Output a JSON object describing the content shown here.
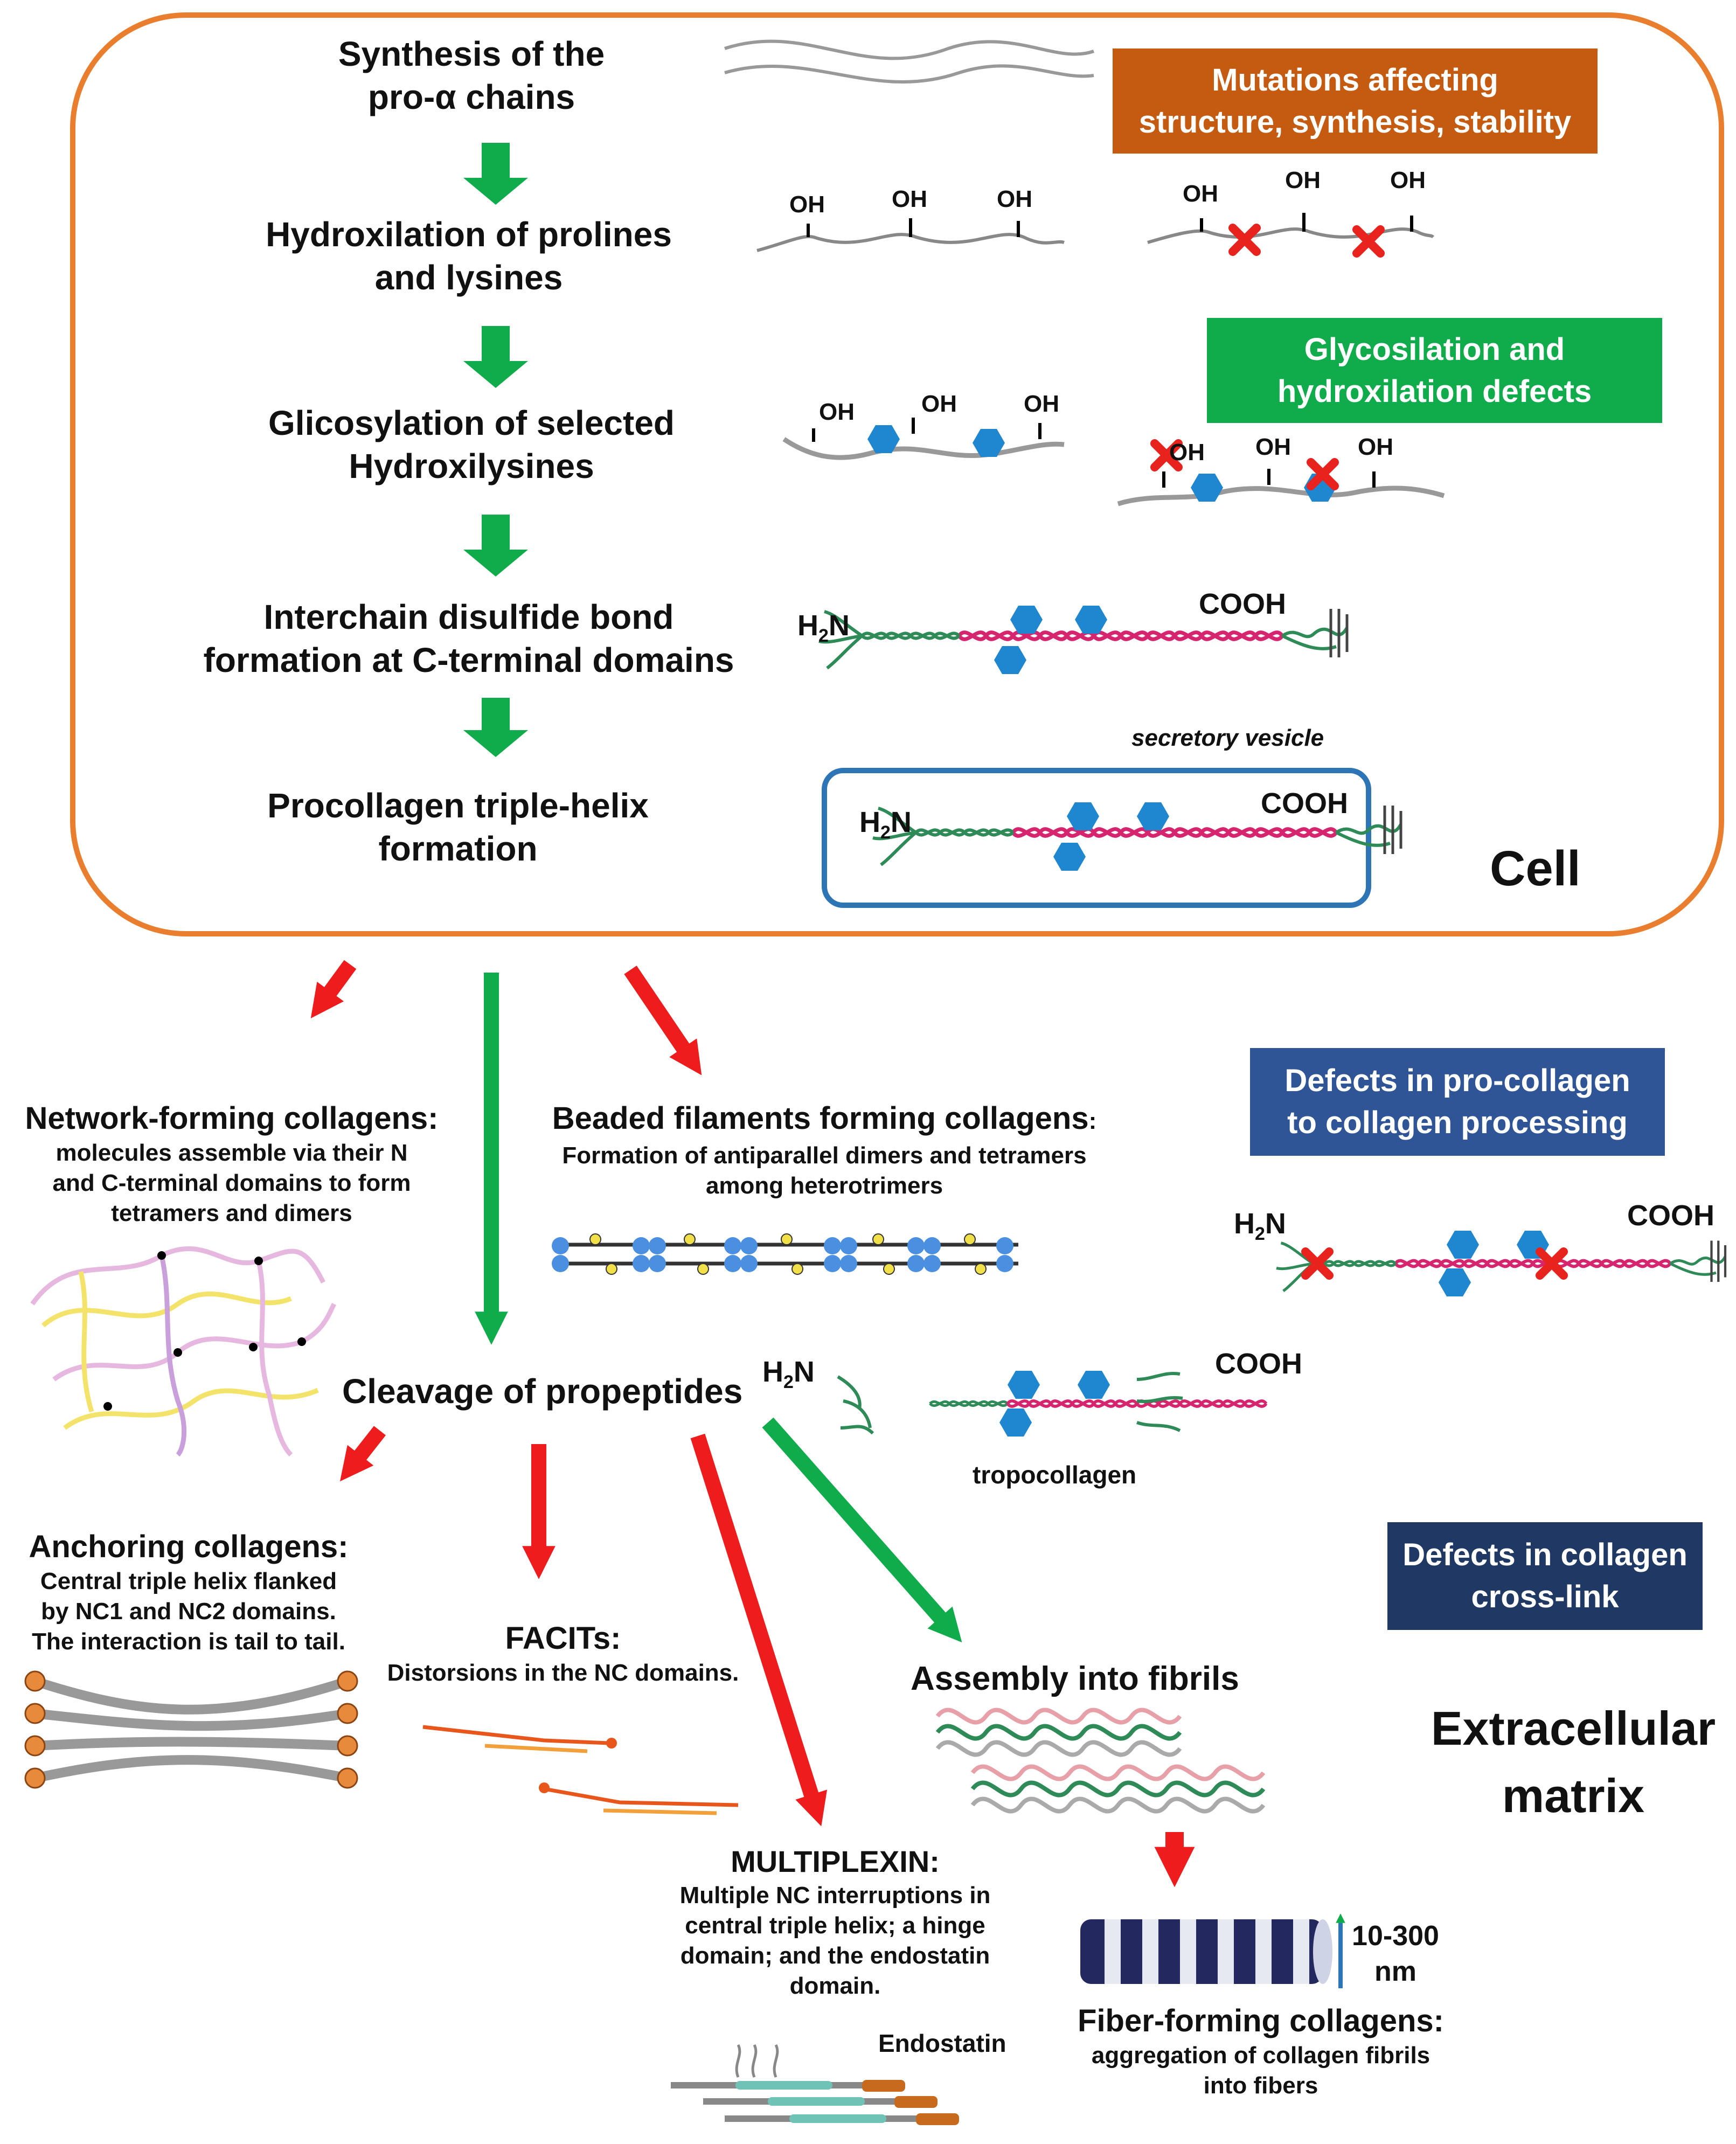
{
  "steps": {
    "s1": [
      "Synthesis of the",
      "pro-α chains"
    ],
    "s2": [
      "Hydroxilation of prolines",
      "and lysines"
    ],
    "s3": [
      "Glicosylation of selected",
      "Hydroxilysines"
    ],
    "s4": [
      "Interchain disulfide bond",
      "formation at C-terminal domains"
    ],
    "s5": [
      "Procollagen triple-helix",
      "formation"
    ],
    "cleavage": "Cleavage of propeptides",
    "fibrils": "Assembly into fibrils"
  },
  "boxes": {
    "mutations": [
      "Mutations affecting",
      "structure, synthesis, stability"
    ],
    "glyco": [
      "Glycosilation and",
      "hydroxilation defects"
    ],
    "procollagen": [
      "Defects in pro-collagen",
      "to collagen processing"
    ],
    "crosslink": [
      "Defects in collagen",
      "cross-link"
    ]
  },
  "colors": {
    "cell_border": "#E97E2E",
    "mutations_box": "#C55A11",
    "glyco_box": "#10AB4B",
    "defect_box": "#2F5597",
    "crosslink_box": "#1F3864",
    "vesicle_border": "#2E75B6",
    "green_arrow": "#10AB4B",
    "red_arrow": "#EE1C1C",
    "helix_pink": "#D6246E",
    "helix_green": "#2E8B57",
    "sugar_blue": "#1F86D0"
  },
  "chem": {
    "oh": "OH",
    "h2n": "H",
    "h2n_sub": "2",
    "h2n_n": "N",
    "cooh": "COOH"
  },
  "labels": {
    "secretory_vesicle": "secretory vesicle",
    "cell": "Cell",
    "ecm": [
      "Extracellular",
      "matrix"
    ],
    "tropocollagen": "tropocollagen",
    "endostatin": "Endostatin",
    "size": [
      "10-300",
      "nm"
    ]
  },
  "types": {
    "network": {
      "title": "Network-forming collagens:",
      "desc": [
        "molecules assemble via their N",
        "and C-terminal domains to form",
        "tetramers and dimers"
      ]
    },
    "beaded": {
      "title": "Beaded filaments forming collagens",
      "colon": ":",
      "desc": [
        "Formation of antiparallel dimers and tetramers",
        "among heterotrimers"
      ]
    },
    "anchoring": {
      "title": "Anchoring collagens:",
      "desc": [
        "Central triple helix flanked",
        "by NC1 and NC2 domains.",
        "The interaction is tail to tail."
      ]
    },
    "facits": {
      "title": "FACITs:",
      "desc": [
        "Distorsions in the NC domains."
      ]
    },
    "multiplexin": {
      "title": "MULTIPLEXIN:",
      "desc": [
        "Multiple NC interruptions in",
        "central triple helix; a hinge",
        "domain; and the endostatin",
        "domain."
      ]
    },
    "fiber": {
      "title": "Fiber-forming collagens:",
      "desc": [
        "aggregation of collagen fibrils",
        "into fibers"
      ]
    }
  }
}
